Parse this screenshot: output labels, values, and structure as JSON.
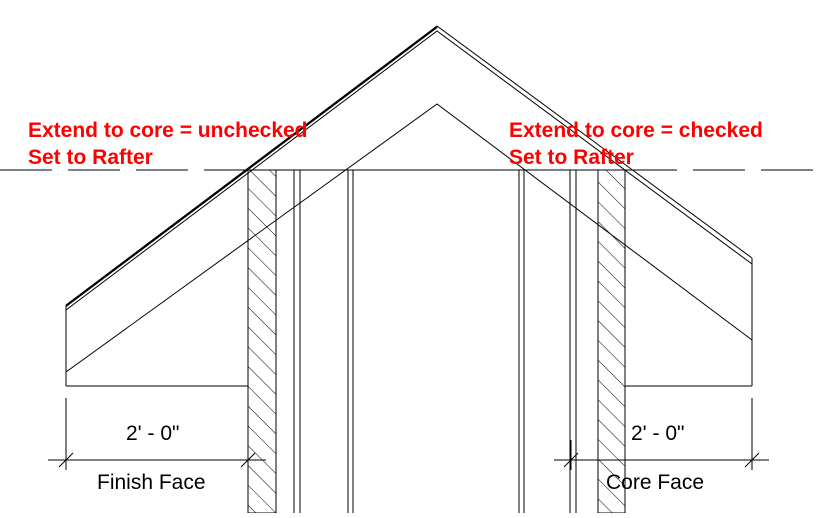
{
  "annotations": {
    "left": {
      "line1": "Extend to core = unchecked",
      "line2": "Set to Rafter"
    },
    "right": {
      "line1": "Extend to core = checked",
      "line2": "Set to Rafter"
    }
  },
  "dimensions": {
    "left": {
      "value": "2' - 0\"",
      "label": "Finish Face"
    },
    "right": {
      "value": "2' - 0\"",
      "label": "Core Face"
    }
  },
  "colors": {
    "annotation": "#ff0000",
    "linework": "#000000",
    "background": "#ffffff"
  }
}
